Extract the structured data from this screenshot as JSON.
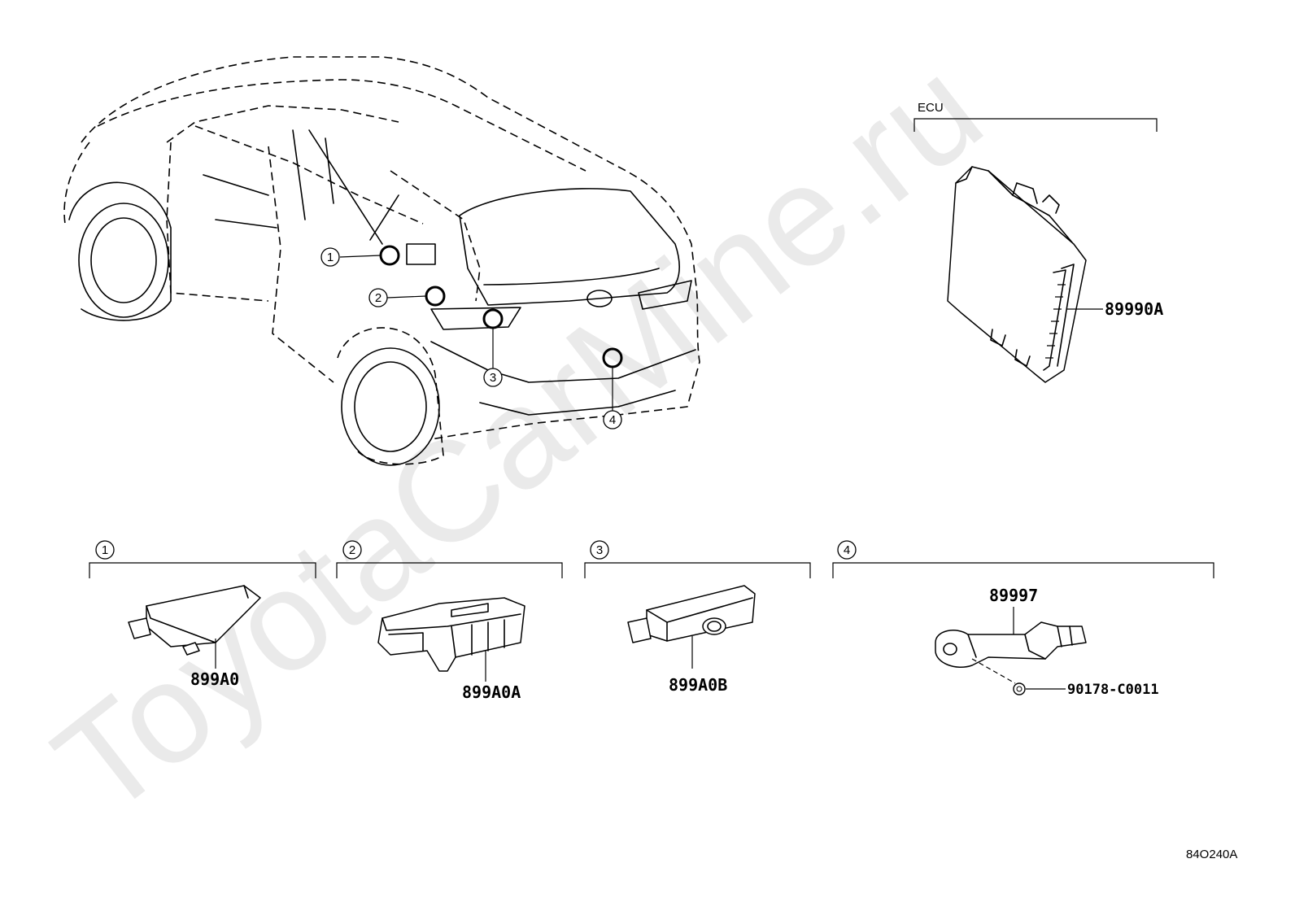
{
  "watermark": "ToyotaCarMine.ru",
  "drawing_ref": "84O240A",
  "ecu": {
    "group_label": "ECU",
    "part_number": "89990A"
  },
  "locations": [
    {
      "number": "1",
      "part_number": "899A0"
    },
    {
      "number": "2",
      "part_number": "899A0A"
    },
    {
      "number": "3",
      "part_number": "899A0B"
    },
    {
      "number": "4",
      "part_number": "89997",
      "extra_part_number": "90178-C0011"
    }
  ]
}
